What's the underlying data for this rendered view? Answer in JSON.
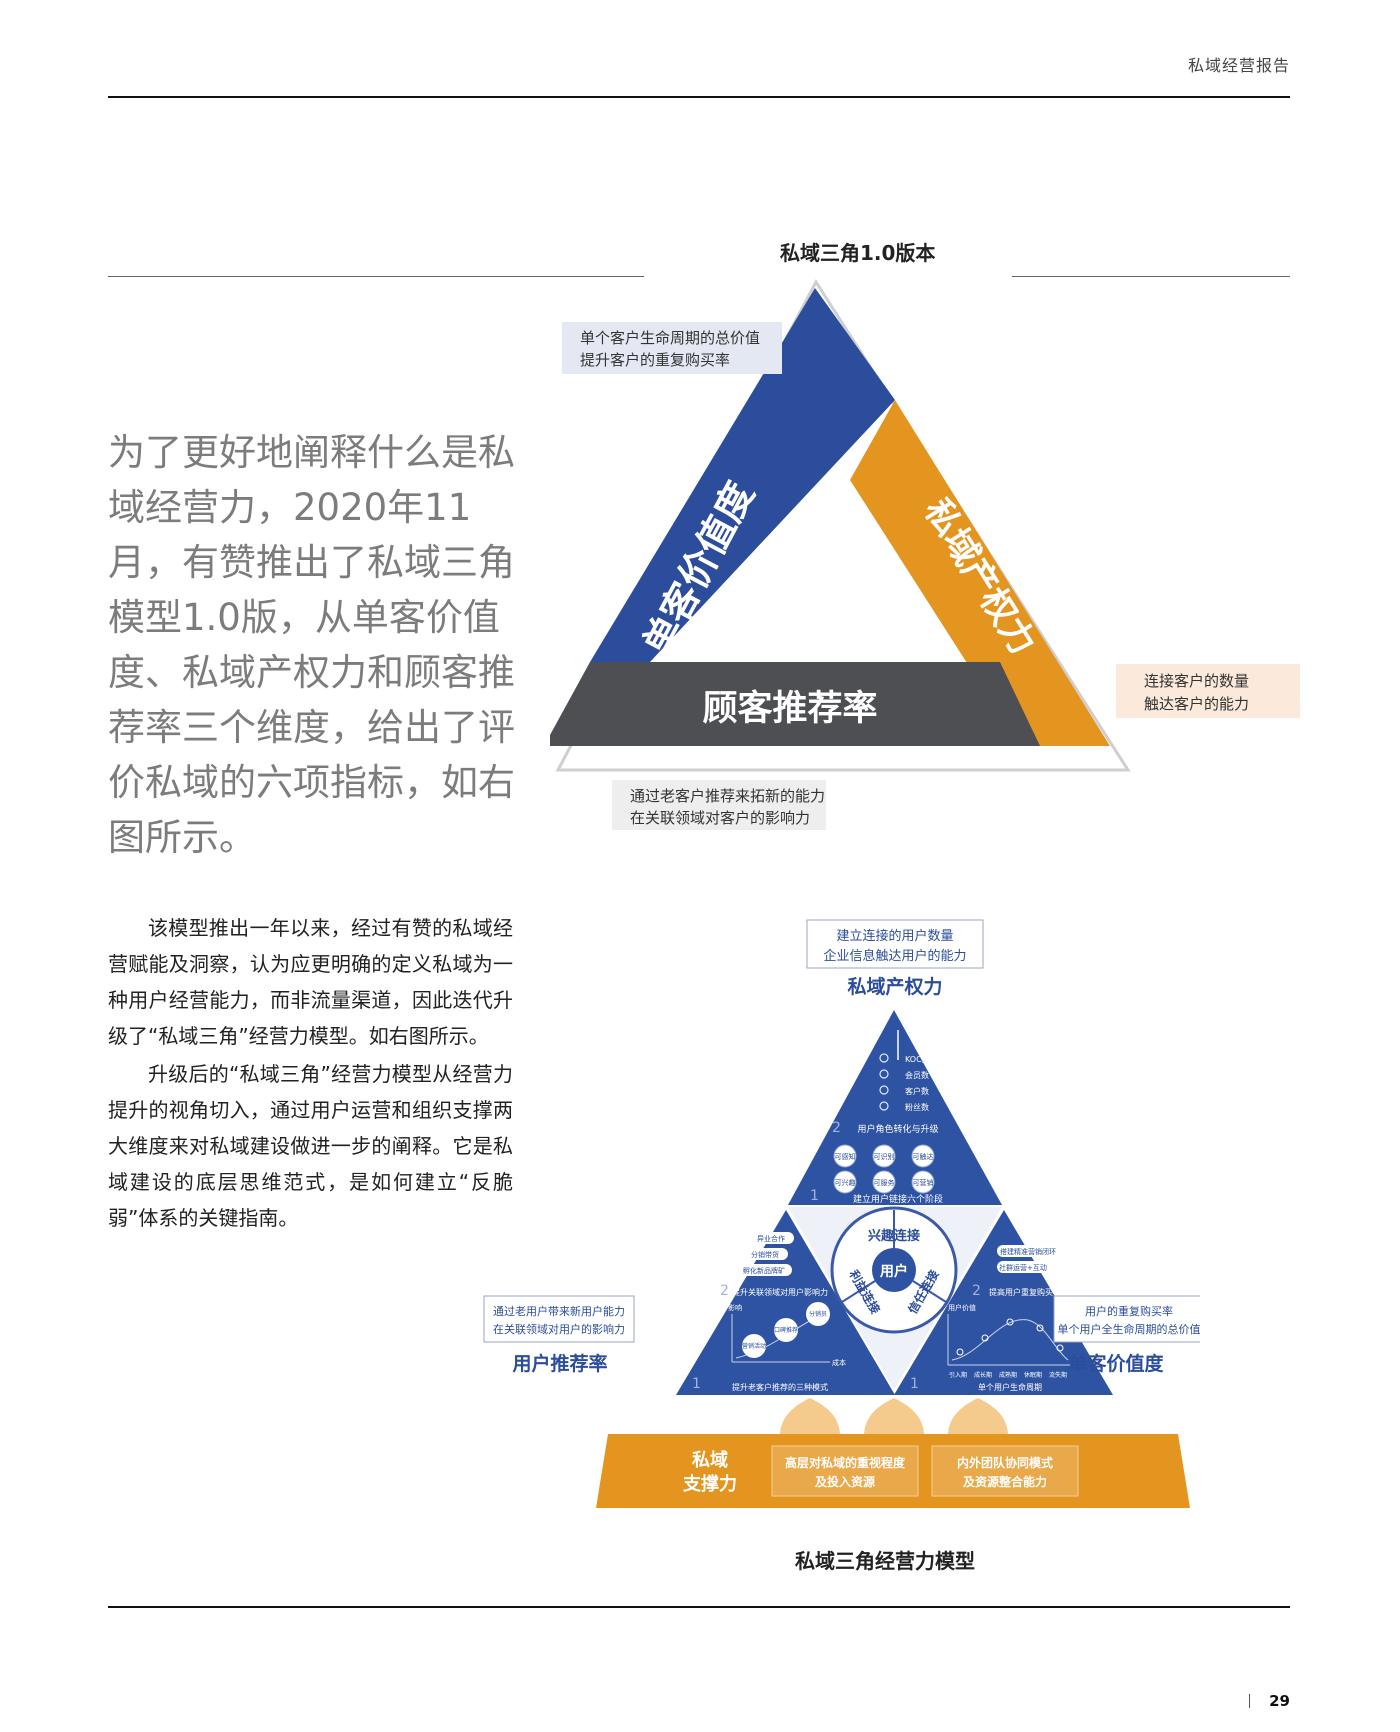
{
  "header": {
    "title": "私域经营报告"
  },
  "lead_text": "为了更好地阐释什么是私域经营力，2020年11月，有赞推出了私域三角模型1.0版，从单客价值度、私域产权力和顾客推荐率三个维度，给出了评价私域的六项指标，如右图所示。",
  "body_paragraphs": [
    "该模型推出一年以来，经过有赞的私域经营赋能及洞察，认为应更明确的定义私域为一种用户经营能力，而非流量渠道，因此迭代升级了“私域三角”经营力模型。如右图所示。",
    "升级后的“私域三角”经营力模型从经营力提升的视角切入，通过用户运营和组织支撑两大维度来对私域建设做进一步的阐释。它是私域建设的底层思维范式，是如何建立“反脆弱”体系的关键指南。"
  ],
  "figure1": {
    "title": "私域三角1.0版本",
    "sides": {
      "left": "单客价值度",
      "right": "私域产权力",
      "bottom": "顾客推荐率"
    },
    "notes": {
      "left": [
        "单个客户生命周期的总价值",
        "提升客户的重复购买率"
      ],
      "right": [
        "连接客户的数量",
        "触达客户的能力"
      ],
      "bottom": [
        "通过老客户推荐来拓新的能力",
        "在关联领域对客户的影响力"
      ]
    }
  },
  "figure2": {
    "title": "私域三角经营力模型",
    "top_note": [
      "建立连接的用户数量",
      "企业信息触达用户的能力"
    ],
    "top_label": "私域产权力",
    "left_note": [
      "通过老用户带来新用户能力",
      "在关联领域对用户的影响力"
    ],
    "left_label": "用户推荐率",
    "right_note": [
      "用户的重复购买率",
      "单个用户全生命周期的总价值"
    ],
    "right_label": "单客价值度",
    "top_tri": {
      "levels": [
        "KOC数",
        "会员数",
        "客户数",
        "粉丝数"
      ],
      "stage2": "用户角色转化与升级",
      "circles": [
        "可感知",
        "可识别",
        "可触达",
        "可兴趣",
        "可服务",
        "可营销"
      ],
      "stage1": "建立用户链接六个阶段",
      "n1": "1",
      "n2": "2"
    },
    "center": {
      "user": "用户",
      "interest": "兴趣连接",
      "benefit": "利益连接",
      "trust": "信任连接"
    },
    "left_tri": {
      "tags": [
        "异业合作",
        "分销带货",
        "孵化新品牌矿"
      ],
      "stage2": "提升关联领域对用户影响力",
      "bubbles": [
        "营销活动",
        "口碑推荐",
        "分销员"
      ],
      "stage1": "提升老客户推荐的三种模式",
      "y_axis": "影响",
      "x_axis": "成本",
      "n1": "1",
      "n2": "2"
    },
    "right_tri": {
      "tags": [
        "搭建精准营销闭环",
        "社群运营+互动"
      ],
      "stage2": "提高用户重复购买率",
      "stage1": "单个用户生命周期",
      "phases": [
        "引入期",
        "成长期",
        "成熟期",
        "休眠期",
        "流失期"
      ],
      "y_axis": "用户价值",
      "n1": "1",
      "n2": "2"
    },
    "base": {
      "label": [
        "私域",
        "支撑力"
      ],
      "box1": [
        "高层对私域的重视程度",
        "及投入资源"
      ],
      "box2": [
        "内外团队协同模式",
        "及资源整合能力"
      ]
    }
  },
  "page_number": "29",
  "colors": {
    "blue": "#2b4d9b",
    "orange": "#e3951f",
    "dark": "#555555"
  }
}
